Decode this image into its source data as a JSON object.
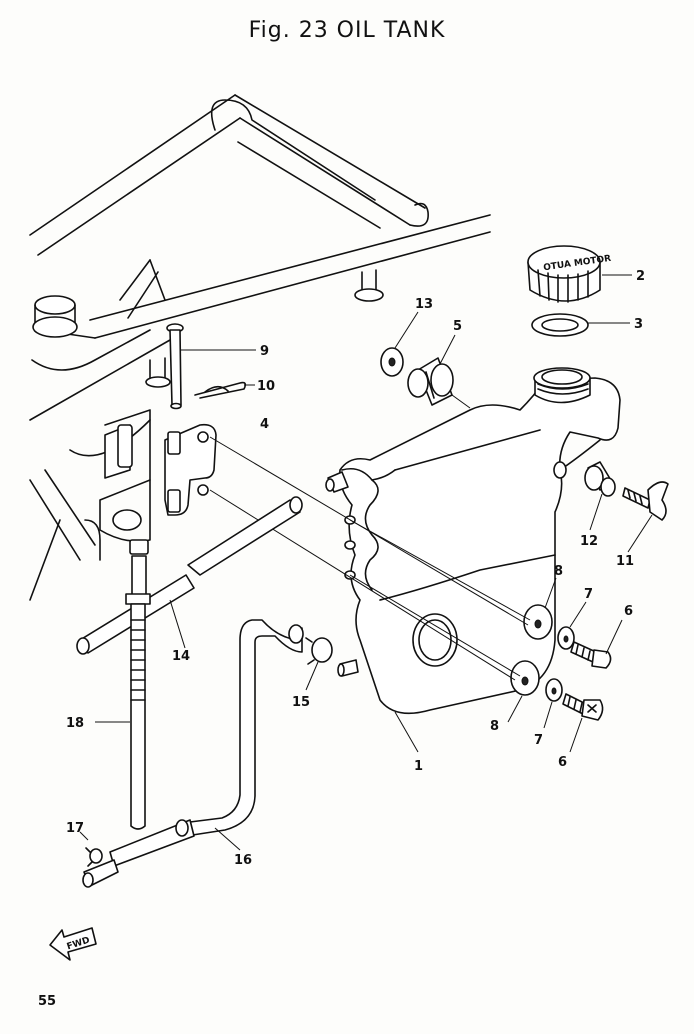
{
  "title": "Fig. 23 OIL TANK",
  "page_number": "55",
  "callouts": [
    "1",
    "2",
    "3",
    "4",
    "5",
    "6",
    "6",
    "7",
    "7",
    "8",
    "8",
    "9",
    "10",
    "11",
    "12",
    "13",
    "14",
    "15",
    "16",
    "17",
    "18"
  ],
  "cap_text": "OTUA MOTOR",
  "fwd_label": "FWD"
}
